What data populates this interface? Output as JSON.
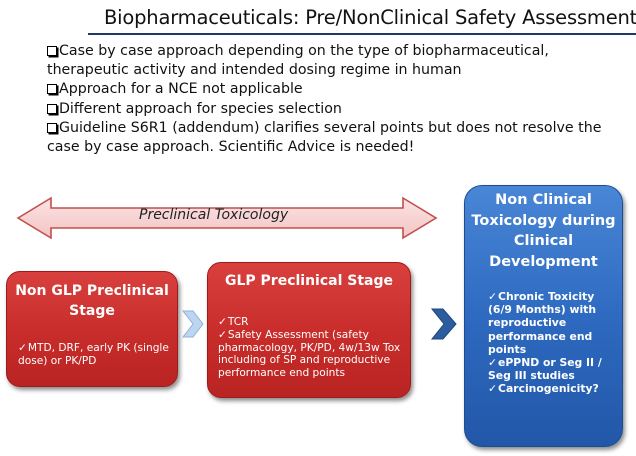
{
  "title": "Biopharmaceuticals: Pre/NonClinical Safety Assessment",
  "bullets": [
    "Case by case approach depending on the type of biopharmaceutical, therapeutic activity and intended dosing regime in human",
    "Approach for a NCE not applicable",
    "Different approach for species selection",
    "Guideline S6R1 (addendum) clarifies several points but does not resolve the case by case approach. Scientific Advice is needed!"
  ],
  "arrow": {
    "label": "Preclinical Toxicology"
  },
  "stages": [
    {
      "title": "Non GLP Preclinical Stage",
      "items": [
        "MTD, DRF, early PK (single dose) or PK/PD"
      ]
    },
    {
      "title": "GLP Preclinical Stage",
      "items": [
        "TCR",
        "Safety Assessment (safety pharmacology, PK/PD, 4w/13w  Tox including of SP and reproductive performance end points"
      ]
    },
    {
      "title": "Non Clinical Toxicology during Clinical Development",
      "items": [
        "Chronic Toxicity (6/9 Months) with reproductive performance end points",
        "ePPND or Seg II / Seg III studies",
        "Carcinogenicity?"
      ]
    }
  ],
  "colors": {
    "red_box": "#c72c2a",
    "blue_box": "#2e6ac0",
    "arrow_fill": "#f8d6d6",
    "chevron_light": "#b7d2f0",
    "chevron_dark": "#2c5d9e",
    "title_rule": "#1f3864"
  },
  "icons": {
    "bullet": "checkbox-bullet-icon",
    "item": "checkmark-icon"
  }
}
